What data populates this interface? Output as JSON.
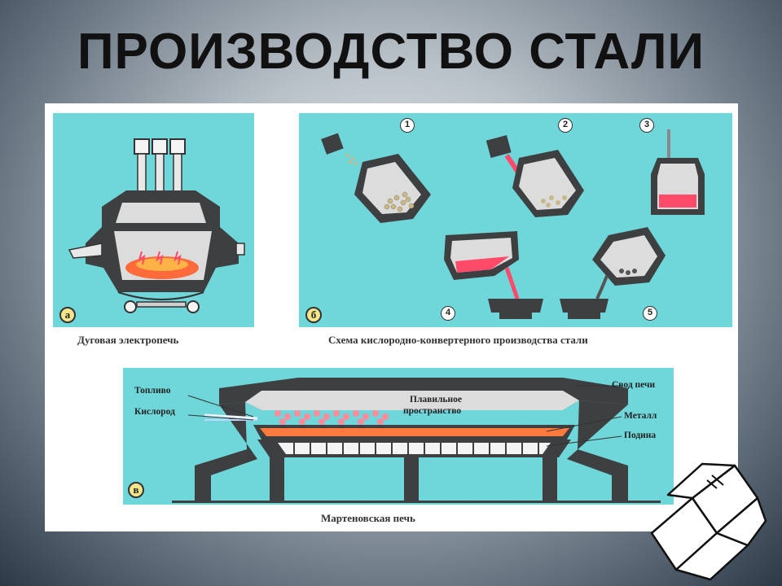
{
  "title": "ПРОИЗВОДСТВО СТАЛИ",
  "panels": {
    "a": {
      "letter": "а",
      "caption": "Дуговая электропечь"
    },
    "b": {
      "letter": "б",
      "caption": "Схема кислородно-конвертерного производства стали",
      "steps": [
        "1",
        "2",
        "3",
        "4",
        "5"
      ]
    },
    "c": {
      "letter": "в",
      "caption": "Мартеновская печь",
      "labels": {
        "fuel": "Топливо",
        "oxygen": "Кислород",
        "melting_space_1": "Плавильное",
        "melting_space_2": "пространство",
        "roof": "Свод печи",
        "metal": "Металл",
        "hearth": "Подина"
      }
    }
  },
  "colors": {
    "panel": "#6fd6da",
    "dark_metal": "#3a3c3e",
    "molten": "#ff5a3c",
    "scrap": "#c9b88a"
  },
  "icons": [
    "electrode-icon",
    "converter-icon",
    "ladle-icon",
    "anvil-logo-icon"
  ]
}
